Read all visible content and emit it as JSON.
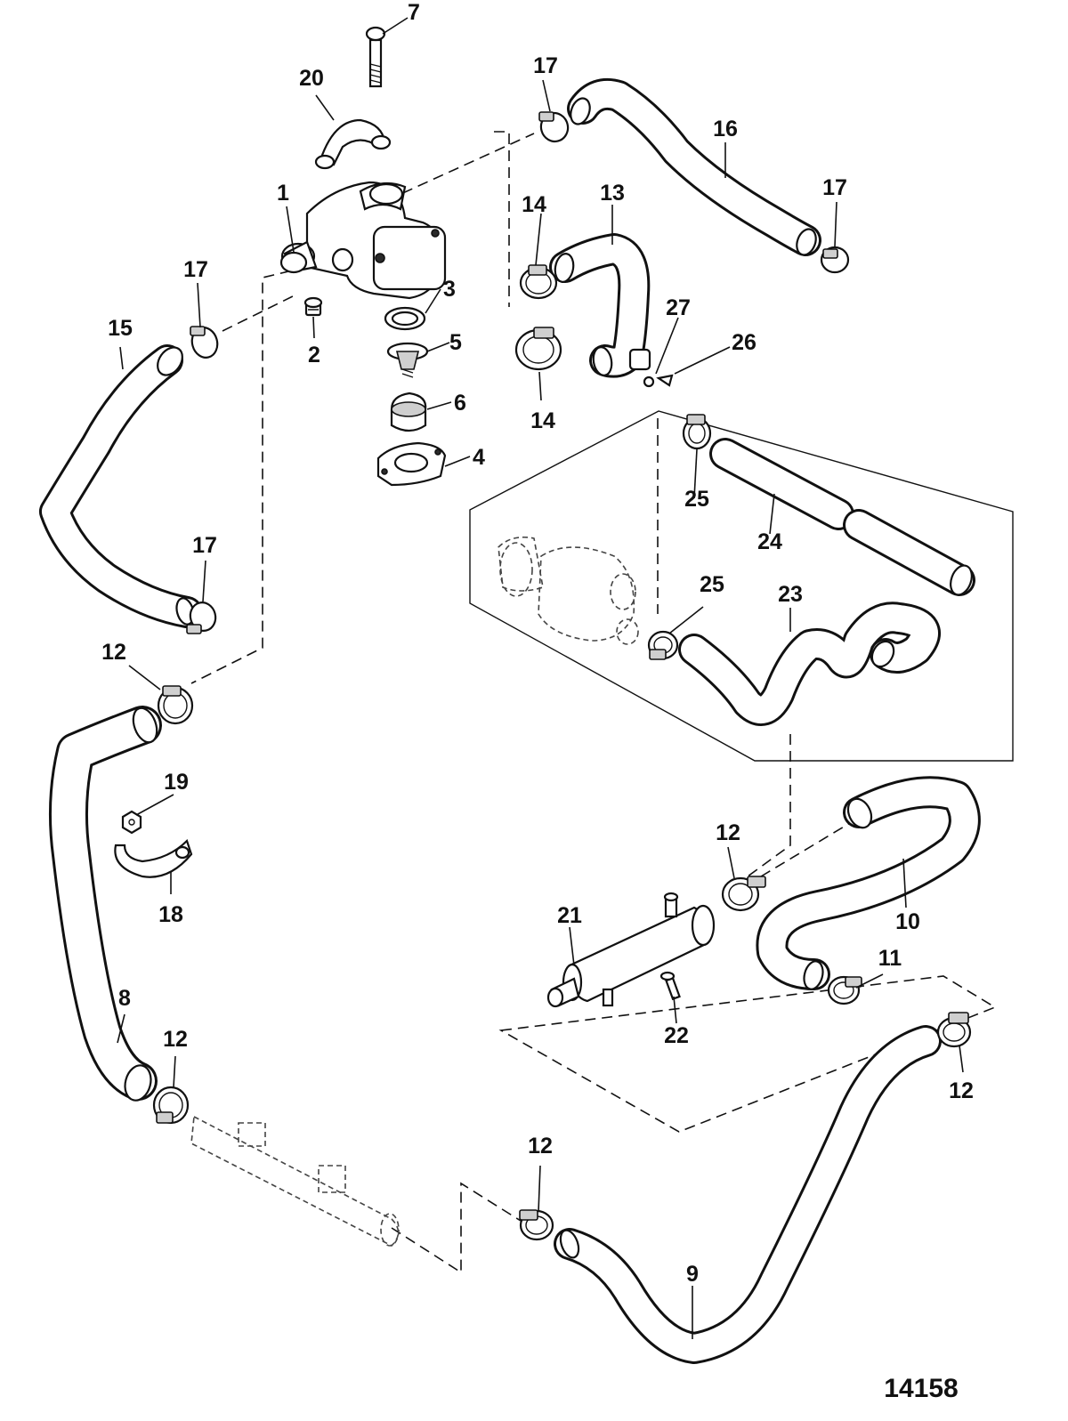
{
  "figure_number": "14158",
  "callouts": [
    {
      "id": "c1",
      "text": "1"
    },
    {
      "id": "c2",
      "text": "2"
    },
    {
      "id": "c3",
      "text": "3"
    },
    {
      "id": "c4",
      "text": "4"
    },
    {
      "id": "c5",
      "text": "5"
    },
    {
      "id": "c6",
      "text": "6"
    },
    {
      "id": "c7",
      "text": "7"
    },
    {
      "id": "c8",
      "text": "8"
    },
    {
      "id": "c9",
      "text": "9"
    },
    {
      "id": "c10",
      "text": "10"
    },
    {
      "id": "c11",
      "text": "11"
    },
    {
      "id": "c12a",
      "text": "12"
    },
    {
      "id": "c12b",
      "text": "12"
    },
    {
      "id": "c12c",
      "text": "12"
    },
    {
      "id": "c12d",
      "text": "12"
    },
    {
      "id": "c12e",
      "text": "12"
    },
    {
      "id": "c13",
      "text": "13"
    },
    {
      "id": "c14a",
      "text": "14"
    },
    {
      "id": "c14b",
      "text": "14"
    },
    {
      "id": "c15",
      "text": "15"
    },
    {
      "id": "c16",
      "text": "16"
    },
    {
      "id": "c17a",
      "text": "17"
    },
    {
      "id": "c17b",
      "text": "17"
    },
    {
      "id": "c17c",
      "text": "17"
    },
    {
      "id": "c17d",
      "text": "17"
    },
    {
      "id": "c18",
      "text": "18"
    },
    {
      "id": "c19",
      "text": "19"
    },
    {
      "id": "c20",
      "text": "20"
    },
    {
      "id": "c21",
      "text": "21"
    },
    {
      "id": "c22",
      "text": "22"
    },
    {
      "id": "c23",
      "text": "23"
    },
    {
      "id": "c24",
      "text": "24"
    },
    {
      "id": "c25a",
      "text": "25"
    },
    {
      "id": "c25b",
      "text": "25"
    },
    {
      "id": "c26",
      "text": "26"
    },
    {
      "id": "c27",
      "text": "27"
    }
  ]
}
